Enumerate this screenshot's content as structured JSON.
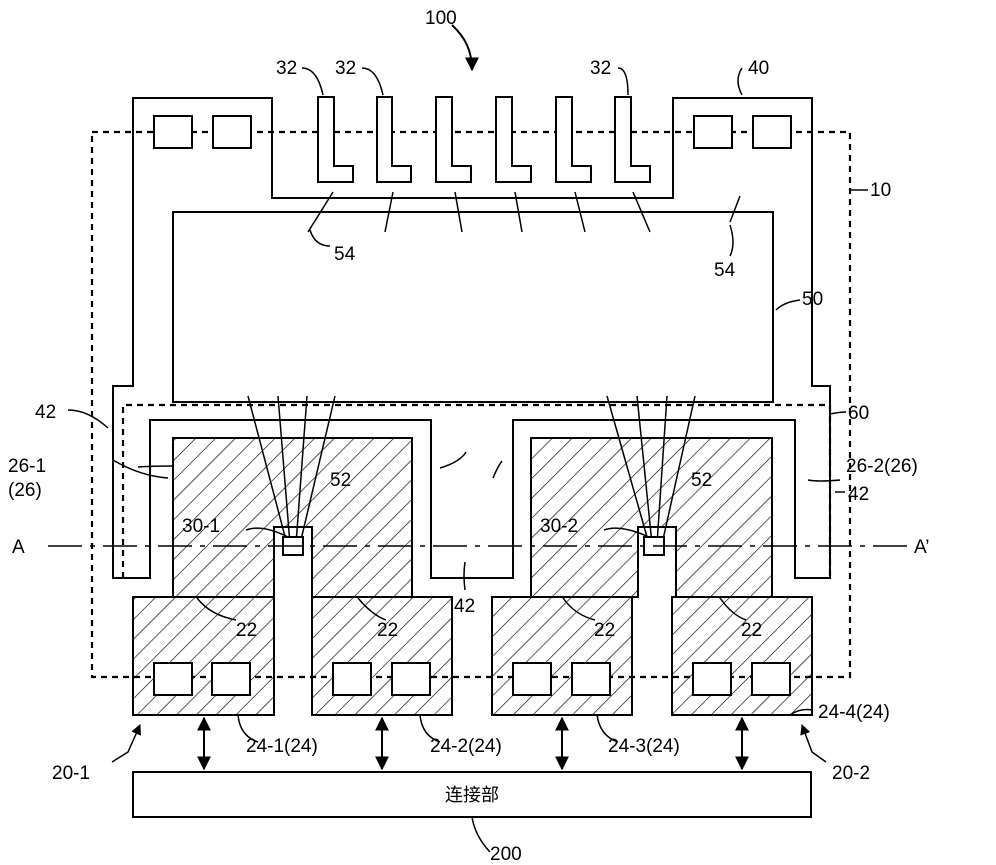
{
  "labels": {
    "ref_100": "100",
    "ref_32_a": "32",
    "ref_32_b": "32",
    "ref_32_c": "32",
    "ref_40": "40",
    "ref_10": "10",
    "ref_54_a": "54",
    "ref_54_b": "54",
    "ref_50": "50",
    "ref_42_left": "42",
    "ref_60": "60",
    "ref_26_1": "26-1",
    "ref_26_1_paren": "(26)",
    "ref_26_2": "26-2(26)",
    "ref_52_a": "52",
    "ref_52_b": "52",
    "ref_42_right": "42",
    "ref_30_1": "30-1",
    "ref_30_2": "30-2",
    "section_a": "A",
    "section_a_prime": "A’",
    "ref_42_mid": "42",
    "ref_22_a": "22",
    "ref_22_b": "22",
    "ref_22_c": "22",
    "ref_22_d": "22",
    "ref_24_4": "24-4(24)",
    "ref_24_1": "24-1(24)",
    "ref_24_2": "24-2(24)",
    "ref_24_3": "24-3(24)",
    "ref_20_1": "20-1",
    "ref_20_2": "20-2",
    "connector": "连接部",
    "ref_200": "200"
  }
}
